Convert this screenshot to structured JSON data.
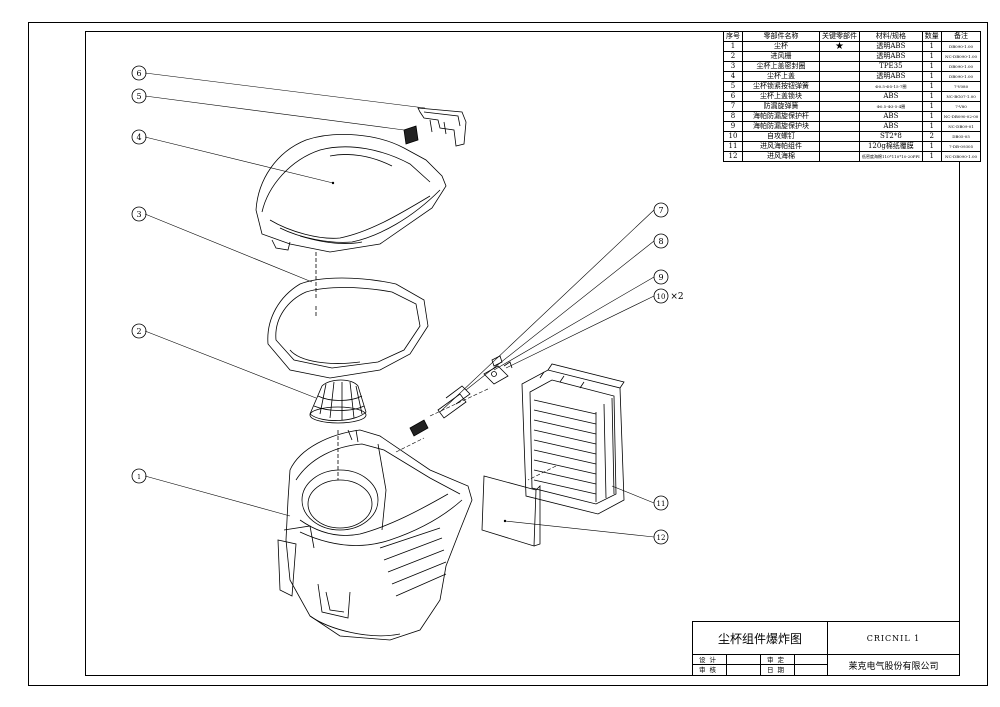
{
  "bom": {
    "headers": [
      "序号",
      "零部件名称",
      "关键零部件",
      "材料/规格",
      "数量",
      "备注"
    ],
    "rows": [
      {
        "no": "1",
        "name": "尘杯",
        "key": "★",
        "material": "透明ABS",
        "qty": "1",
        "remark": "DB090-1.00"
      },
      {
        "no": "2",
        "name": "进风栅",
        "key": "",
        "material": "透明ABS",
        "qty": "1",
        "remark": "NC-DB090-1.00"
      },
      {
        "no": "3",
        "name": "尘杯上盖密封圈",
        "key": "",
        "material": "TPE35",
        "qty": "1",
        "remark": "DB090-1.00"
      },
      {
        "no": "4",
        "name": "尘杯上盖",
        "key": "",
        "material": "透明ABS",
        "qty": "1",
        "remark": "DB090-1.00"
      },
      {
        "no": "5",
        "name": "尘杯锁紧按钮弹簧",
        "key": "",
        "material": "Φ0.5-Φ5-15-7圈",
        "qty": "1",
        "remark": "7-V080"
      },
      {
        "no": "6",
        "name": "尘杯上盖锁块",
        "key": "",
        "material": "ABS",
        "qty": "1",
        "remark": "NC-BG07-1.00"
      },
      {
        "no": "7",
        "name": "防漏旋弹簧",
        "key": "",
        "material": "Φ0.5-Φ3-5-4圈",
        "qty": "1",
        "remark": "7-V80"
      },
      {
        "no": "8",
        "name": "海帕防漏旋保护杆",
        "key": "",
        "material": "ABS",
        "qty": "1",
        "remark": "NC-DB090-02-00"
      },
      {
        "no": "9",
        "name": "海帕防漏旋保护块",
        "key": "",
        "material": "ABS",
        "qty": "1",
        "remark": "NC-DB09-01"
      },
      {
        "no": "10",
        "name": "自攻螺钉",
        "key": "",
        "material": "ST2*8",
        "qty": "2",
        "remark": "DB05-05"
      },
      {
        "no": "11",
        "name": "进风海帕组件",
        "key": "",
        "material": "120g棉纸覆膜",
        "qty": "1",
        "remark": "7-DB-09305"
      },
      {
        "no": "12",
        "name": "进风海棉",
        "key": "",
        "material": "低密度海棉110*110*10-20PPI",
        "qty": "1",
        "remark": "NC-DB090-1.00"
      }
    ]
  },
  "callouts": {
    "c1": "1",
    "c2": "2",
    "c3": "3",
    "c4": "4",
    "c5": "5",
    "c6": "6",
    "c7": "7",
    "c8": "8",
    "c9": "9",
    "c10": "10",
    "c10_qty": "×2",
    "c11": "11",
    "c12": "12"
  },
  "title_block": {
    "title": "尘杯组件爆炸图",
    "code": "CRICNIL 1",
    "design_label": "设计",
    "review_label": "审核",
    "check_label": "审定",
    "date_label": "日期",
    "company": "莱克电气股份有限公司"
  }
}
